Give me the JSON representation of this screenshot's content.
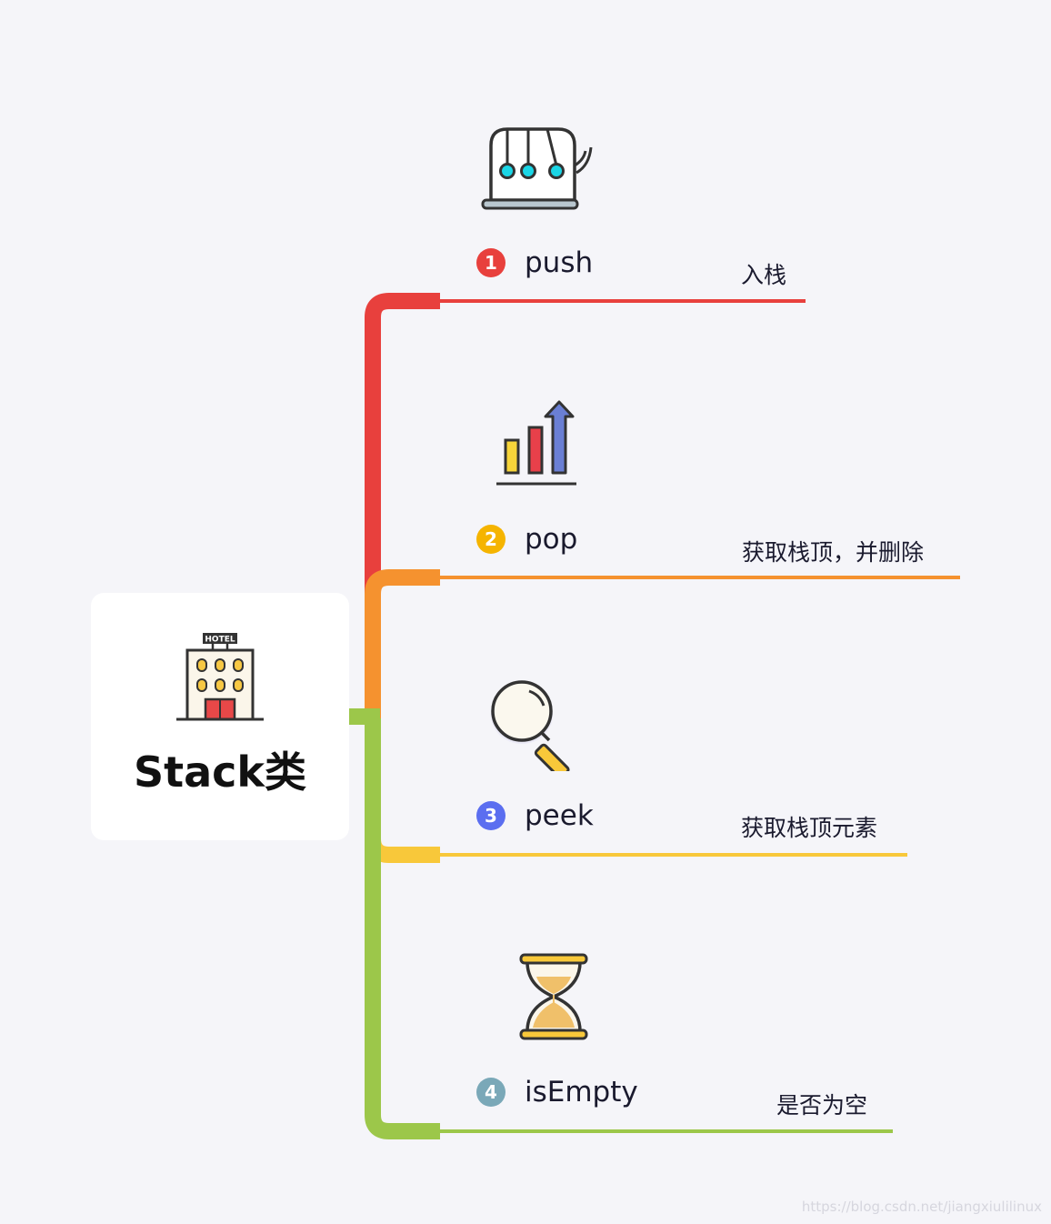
{
  "root": {
    "title": "Stack类",
    "icon": "hotel-icon",
    "icon_text": "HOTEL"
  },
  "branches": [
    {
      "number": "1",
      "label": "push",
      "description": "入栈",
      "color": "#e8403d",
      "badge_color": "#e8403d",
      "icon": "newtons-cradle-icon"
    },
    {
      "number": "2",
      "label": "pop",
      "description": "获取栈顶，并删除",
      "color": "#f5922f",
      "badge_color": "#f5b400",
      "icon": "bar-chart-arrow-icon"
    },
    {
      "number": "3",
      "label": "peek",
      "description": "获取栈顶元素",
      "color": "#f8c83a",
      "badge_color": "#5b6ef0",
      "icon": "magnifying-glass-icon"
    },
    {
      "number": "4",
      "label": "isEmpty",
      "description": "是否为空",
      "color": "#9cc74a",
      "badge_color": "#7aa8b8",
      "icon": "hourglass-icon"
    }
  ],
  "watermark": "https://blog.csdn.net/jiangxiulilinux"
}
